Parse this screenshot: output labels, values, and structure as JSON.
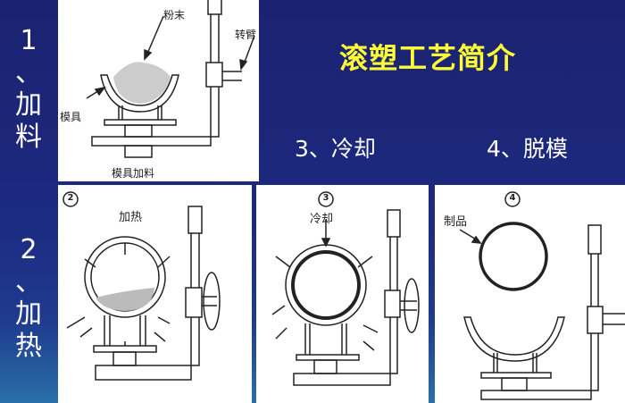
{
  "title": "滚塑工艺简介",
  "side_labels": {
    "step1": [
      "1",
      "、",
      "加",
      "料"
    ],
    "step2": [
      "2",
      "、",
      "加",
      "热"
    ]
  },
  "steps": {
    "step3": "3、冷却",
    "step4": "4、脱模"
  },
  "panel1": {
    "powder": "粉末",
    "arm": "转臂",
    "mold": "模具",
    "caption": "模具加料"
  },
  "panel2": {
    "number": "2",
    "label": "加热"
  },
  "panel3": {
    "number": "3",
    "label": "冷却"
  },
  "panel4": {
    "number": "4",
    "label": "制品"
  },
  "colors": {
    "title": "#ffff33",
    "background": "#1b2270"
  }
}
